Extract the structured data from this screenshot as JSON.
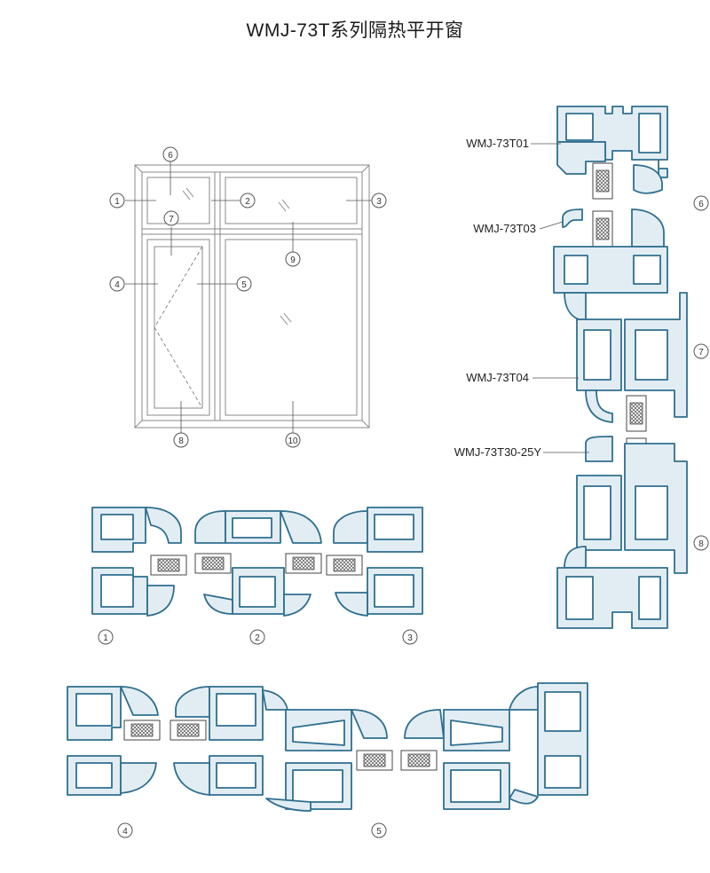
{
  "title": "WMJ-73T系列隔热平开窗",
  "colors": {
    "profile_fill": "#dbe7ee",
    "profile_stroke": "#2f6f8f",
    "glass_hatch": "#8a8a8a",
    "window_line": "#888888"
  },
  "elevation_callouts": [
    "1",
    "2",
    "3",
    "4",
    "5",
    "6",
    "7",
    "8",
    "9",
    "10"
  ],
  "profile_models": [
    "WMJ-73T01",
    "WMJ-73T03",
    "WMJ-73T04",
    "WMJ-73T30-25Y"
  ],
  "vertical_section_numbers": [
    "6",
    "7",
    "8"
  ],
  "row1_numbers": [
    "1",
    "2",
    "3"
  ],
  "row2_numbers": [
    "4",
    "5"
  ]
}
